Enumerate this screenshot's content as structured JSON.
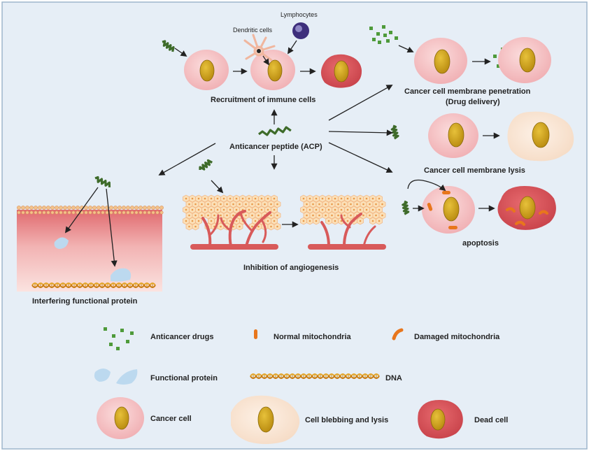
{
  "labels": {
    "lymphocytes": "Lymphocytes",
    "dendritic_cells": "Dendritic cells",
    "recruitment": "Recruitment of immune cells",
    "penetration_line1": "Cancer cell membrane penetration",
    "penetration_line2": "(Drug delivery)",
    "acp": "Anticancer peptide (ACP)",
    "lysis": "Cancer cell membrane lysis",
    "angiogenesis": "Inhibition of angiogenesis",
    "apoptosis": "apoptosis",
    "interfering": "Interfering functional  protein"
  },
  "legend": {
    "anticancer_drugs": "Anticancer drugs",
    "normal_mito": "Normal mitochondria",
    "damaged_mito": "Damaged mitochondria",
    "functional_protein": "Functional protein",
    "dna": "DNA",
    "cancer_cell": "Cancer cell",
    "blebbing": "Cell blebbing and lysis",
    "dead_cell": "Dead cell"
  },
  "colors": {
    "background": "#e6eef6",
    "frame": "#9db5cc",
    "cancer_cell": "#f4c1c3",
    "nucleus": "#c9a019",
    "dead_cell": "#d9545a",
    "blebbing_cell": "#fbe6d6",
    "peptide": "#3e6b2a",
    "drug": "#4e9a3a",
    "vessel": "#d85a5a",
    "mitochondria": "#e8761c"
  }
}
